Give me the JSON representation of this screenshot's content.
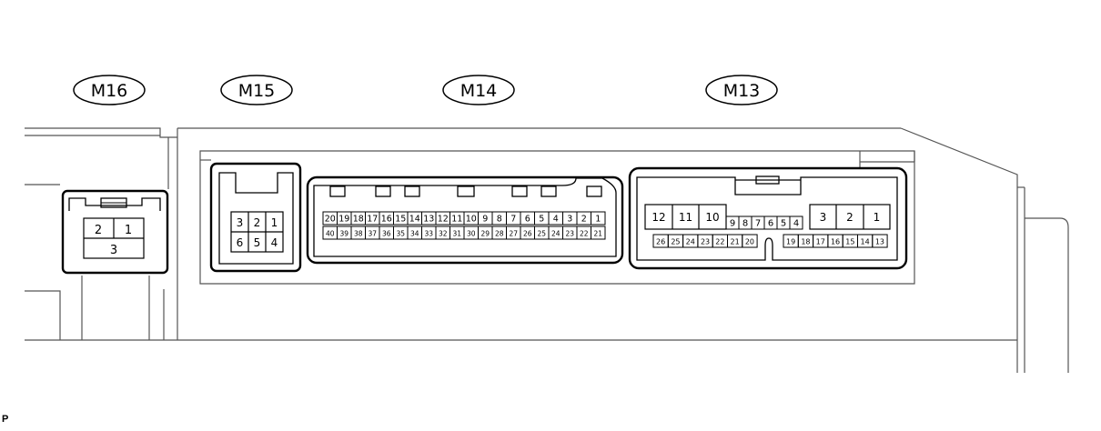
{
  "connectors": [
    {
      "id": "M16",
      "label": "M16",
      "top_row": [
        "2",
        "1"
      ],
      "bottom_row": [
        "3"
      ]
    },
    {
      "id": "M15",
      "label": "M15",
      "top_row": [
        "3",
        "2",
        "1"
      ],
      "bottom_row": [
        "6",
        "5",
        "4"
      ]
    },
    {
      "id": "M14",
      "label": "M14",
      "top_row": [
        "20",
        "19",
        "18",
        "17",
        "16",
        "15",
        "14",
        "13",
        "12",
        "11",
        "10",
        "9",
        "8",
        "7",
        "6",
        "5",
        "4",
        "3",
        "2",
        "1"
      ],
      "bottom_row": [
        "40",
        "39",
        "38",
        "37",
        "36",
        "35",
        "34",
        "33",
        "32",
        "31",
        "30",
        "29",
        "28",
        "27",
        "26",
        "25",
        "24",
        "23",
        "22",
        "21"
      ]
    },
    {
      "id": "M13",
      "label": "M13",
      "left_top": [
        "12",
        "11",
        "10"
      ],
      "left_bottom": [
        "26",
        "25",
        "24",
        "23",
        "22",
        "21",
        "20"
      ],
      "middle": [
        "9",
        "8",
        "7",
        "6",
        "5",
        "4"
      ],
      "right_top": [
        "3",
        "2",
        "1"
      ],
      "right_bottom": [
        "19",
        "18",
        "17",
        "16",
        "15",
        "14",
        "13"
      ]
    }
  ],
  "footnote": "P",
  "colors": {
    "line": "#000000",
    "panel_line": "#555555",
    "background": "#ffffff"
  }
}
